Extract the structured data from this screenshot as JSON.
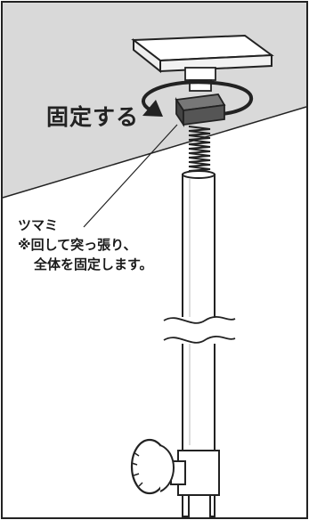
{
  "labels": {
    "action": "固定する",
    "knob_name": "ツマミ",
    "note_line1": "※回して突っ張り、",
    "note_line2": "全体を固定します。"
  },
  "colors": {
    "ceiling": "#d9d9d9",
    "outline": "#222222",
    "metal": "#ffffff",
    "knob_dark": "#555555"
  }
}
